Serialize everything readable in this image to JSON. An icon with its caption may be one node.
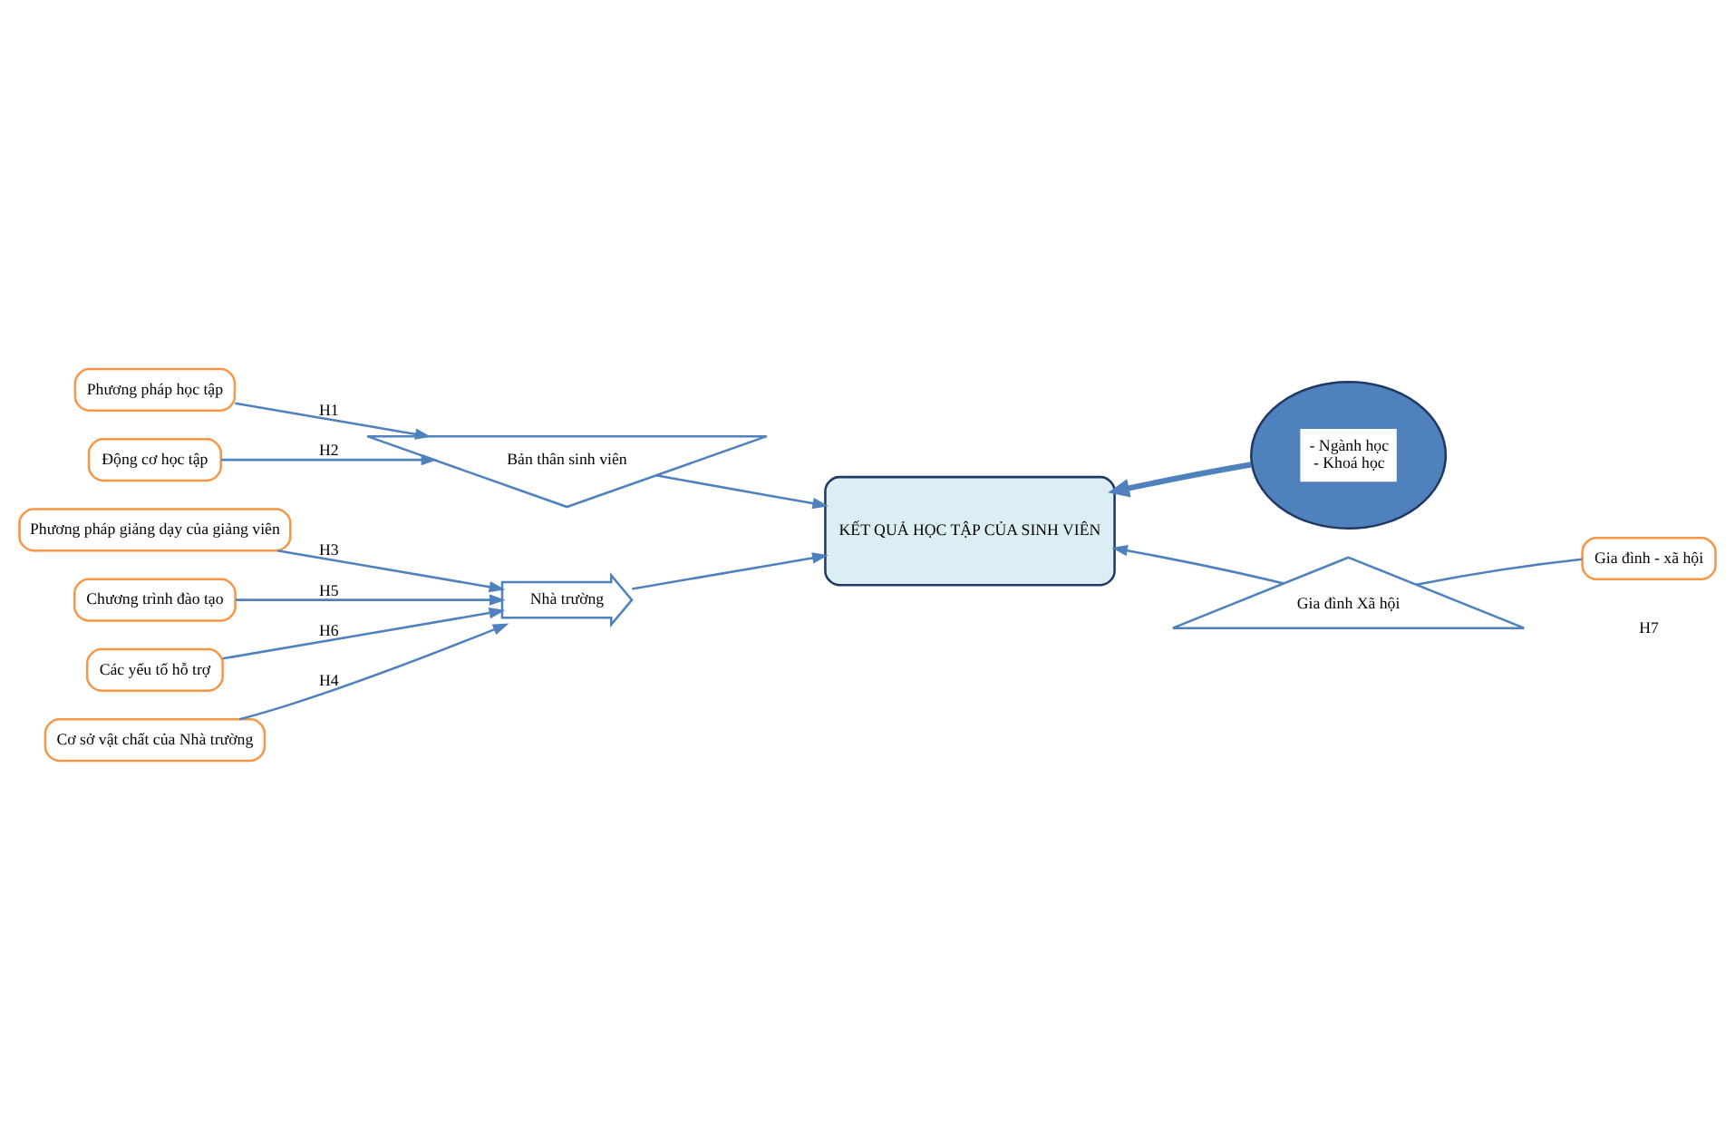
{
  "diagram": {
    "nodes": [
      {
        "text": [
          "Phương pháp giảng dạy của giảng viên"
        ]
      },
      {
        "text": [
          "Cơ sở vật chất của Nhà trường"
        ]
      },
      {
        "text": [
          "Chương trình đào tạo"
        ]
      },
      {
        "text": [
          "Các yếu tố hỗ trợ"
        ]
      },
      {
        "text": [
          "Phương pháp học tập"
        ]
      },
      {
        "text": [
          "Động cơ học tập"
        ]
      },
      {
        "text": [
          "Nhà trường"
        ]
      },
      {
        "text": [
          "Bản thân sinh viên"
        ]
      },
      {
        "text": [
          "KẾT QUẢ HỌC TẬP CỦA SINH VIÊN"
        ]
      },
      {
        "text": [],
        "shape": "circle"
      },
      {
        "text": [
          "- Ngành học",
          "- Khoá học"
        ],
        "in": 9
      },
      {
        "text": [
          "Gia đình Xã hội"
        ]
      },
      {
        "text": [
          "Gia đình - xã hội"
        ]
      }
    ],
    "edges": [
      {
        "from": 0,
        "to": 6,
        "arrow": "to",
        "label": "H3"
      },
      {
        "from": 1,
        "to": 6,
        "arrow": "to",
        "label": "H4"
      },
      {
        "from": 2,
        "to": 6,
        "arrow": "to",
        "label": "H5"
      },
      {
        "from": 3,
        "to": 6,
        "arrow": "to",
        "label": "H6"
      },
      {
        "from": 4,
        "to": 7,
        "arrow": "to",
        "label": "H1"
      },
      {
        "from": 5,
        "to": 7,
        "arrow": "to",
        "label": "H2"
      },
      {
        "from": 6,
        "to": 8,
        "arrow": "to"
      },
      {
        "from": 7,
        "to": 8,
        "arrow": "to"
      },
      {
        "from": 9,
        "to": 8,
        "arrow": "to",
        "style": "thick"
      },
      {
        "from": 11,
        "to": 8,
        "arrow": "to"
      },
      {
        "from": 12,
        "to": 11,
        "arrow": "none"
      }
    ],
    "labels": [
      "H7"
    ]
  }
}
